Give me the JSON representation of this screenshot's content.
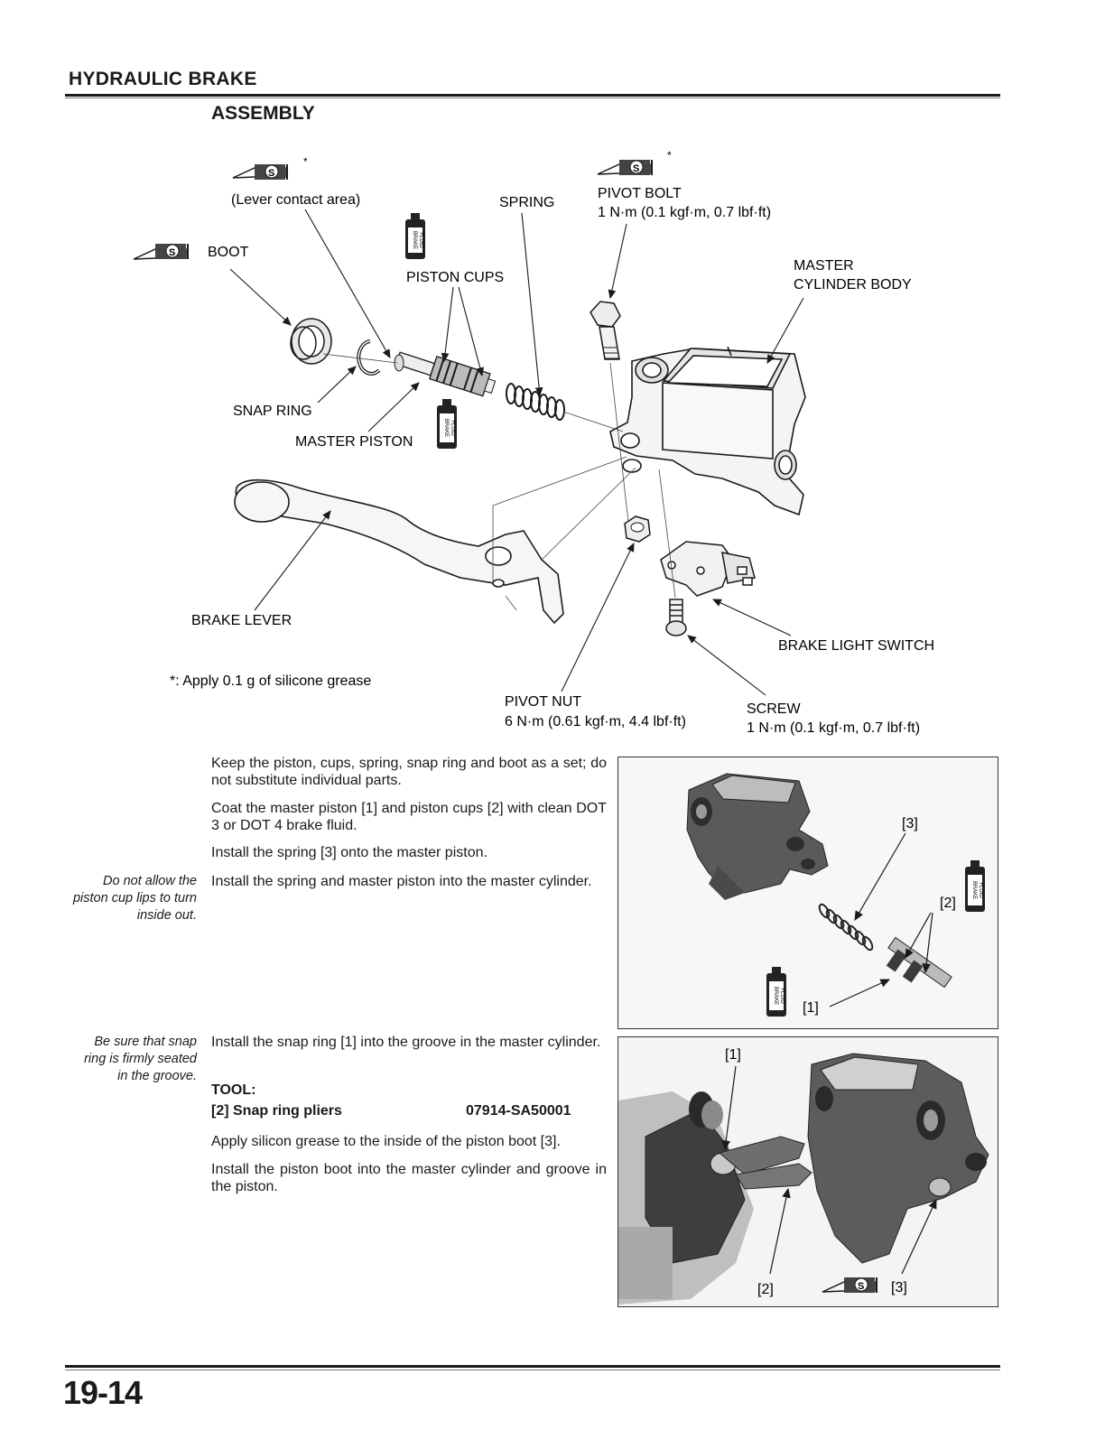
{
  "header": {
    "section": "HYDRAULIC BRAKE",
    "subsection": "ASSEMBLY"
  },
  "diagram": {
    "labels": {
      "lever_contact": "(Lever contact area)",
      "spring": "SPRING",
      "pivot_bolt": "PIVOT BOLT",
      "pivot_bolt_torque": "1 N·m (0.1 kgf·m, 0.7 lbf·ft)",
      "boot": "BOOT",
      "piston_cups": "PISTON CUPS",
      "master_cylinder_body_1": "MASTER",
      "master_cylinder_body_2": "CYLINDER BODY",
      "snap_ring": "SNAP RING",
      "master_piston": "MASTER PISTON",
      "brake_lever": "BRAKE LEVER",
      "brake_light_switch": "BRAKE LIGHT SWITCH",
      "pivot_nut": "PIVOT NUT",
      "pivot_nut_torque": "6 N·m (0.61 kgf·m, 4.4 lbf·ft)",
      "screw": "SCREW",
      "screw_torque": "1 N·m (0.1 kgf·m, 0.7 lbf·ft)",
      "asterisk": "*",
      "grease_symbol": "S",
      "brake_fluid_line1": "BRAKE",
      "brake_fluid_line2": "FLUID"
    },
    "footnote": "*: Apply 0.1 g of silicone grease"
  },
  "step1": {
    "paragraphs": [
      "Keep the piston, cups, spring, snap ring and boot as a set; do not substitute individual parts.",
      "Coat the master piston [1] and piston cups [2] with clean DOT 3 or DOT 4 brake fluid.",
      "Install the spring [3] onto the master piston.",
      "Install the spring and master piston into the master cylinder."
    ],
    "side_note": "Do not allow the piston cup lips to turn inside out.",
    "photo_labels": [
      "[1]",
      "[2]",
      "[3]"
    ]
  },
  "step2": {
    "paragraph_1": "Install the snap ring [1] into the groove in the master cylinder.",
    "tool_heading": "TOOL:",
    "tool_name": "[2] Snap ring pliers",
    "tool_number": "07914-SA50001",
    "paragraph_2": "Apply silicon grease to the inside of the piston boot [3].",
    "paragraph_3": "Install the piston boot into the master cylinder and groove in the piston.",
    "side_note": "Be sure that snap ring is firmly seated in the groove.",
    "photo_labels": [
      "[1]",
      "[2]",
      "[3]"
    ]
  },
  "footer": {
    "page_number": "19-14"
  }
}
